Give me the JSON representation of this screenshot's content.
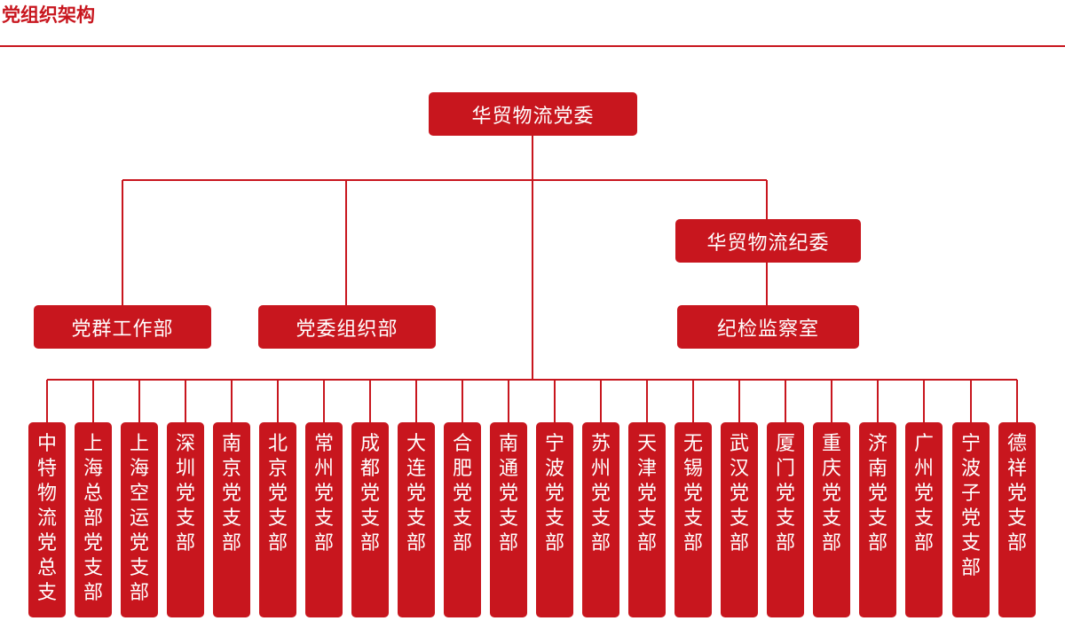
{
  "header": {
    "title": "党组织架构"
  },
  "colors": {
    "accent": "#c8161e",
    "box_text": "#ffffff"
  },
  "root": {
    "label": "华贸物流党委"
  },
  "departments": [
    {
      "label": "党群工作部"
    },
    {
      "label": "党委组织部"
    }
  ],
  "discipline": {
    "committee": "华贸物流纪委",
    "office": "纪检监察室"
  },
  "branches": [
    "中特物流党总支",
    "上海总部党支部",
    "上海空运党支部",
    "深圳党支部",
    "南京党支部",
    "北京党支部",
    "常州党支部",
    "成都党支部",
    "大连党支部",
    "合肥党支部",
    "南通党支部",
    "宁波党支部",
    "苏州党支部",
    "天津党支部",
    "无锡党支部",
    "武汉党支部",
    "厦门党支部",
    "重庆党支部",
    "济南党支部",
    "广州党支部",
    "宁波子党支部",
    "德祥党支部"
  ]
}
